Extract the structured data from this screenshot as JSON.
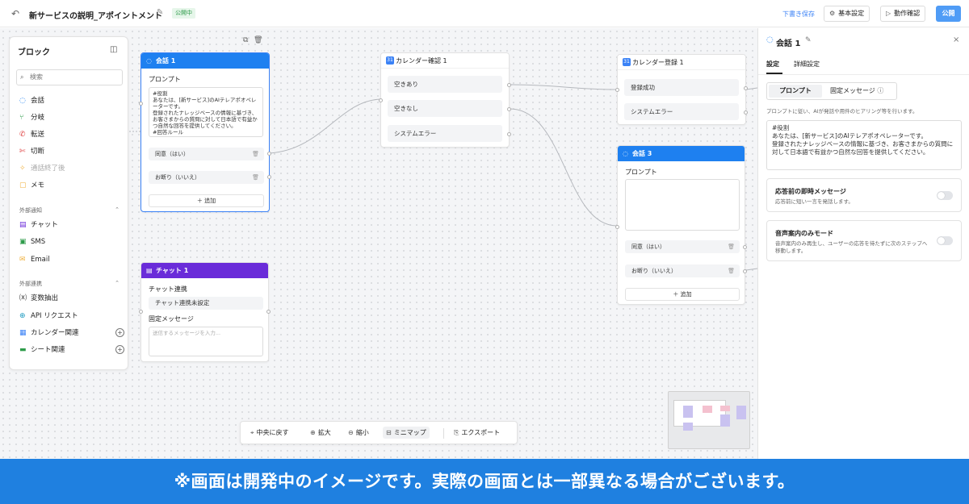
{
  "header": {
    "title": "新サービスの説明_アポイントメント",
    "status_badge": "公開中",
    "draft_save": "下書き保存",
    "basic_settings": "基本設定",
    "test_run": "動作確認",
    "publish": "公開"
  },
  "blocks": {
    "title": "ブロック",
    "search_placeholder": "検索",
    "items": [
      {
        "label": "会話",
        "icon": "chat-icon",
        "color": "#1e80f0"
      },
      {
        "label": "分岐",
        "icon": "branch-icon",
        "color": "#2e9b4a"
      },
      {
        "label": "転送",
        "icon": "transfer-icon",
        "color": "#e04848"
      },
      {
        "label": "切断",
        "icon": "hangup-icon",
        "color": "#e04848"
      },
      {
        "label": "通話終了後",
        "icon": "after-call-icon",
        "color": "#f0b240"
      },
      {
        "label": "メモ",
        "icon": "memo-icon",
        "color": "#f0b240"
      }
    ],
    "section_notify": "外部通知",
    "notify_items": [
      {
        "label": "チャット",
        "icon": "chat-bubble-icon",
        "color": "#6a2bd9"
      },
      {
        "label": "SMS",
        "icon": "sms-icon",
        "color": "#2e9b4a"
      },
      {
        "label": "Email",
        "icon": "email-icon",
        "color": "#f0b240"
      }
    ],
    "section_integration": "外部連携",
    "integration_items": [
      {
        "label": "変数抽出",
        "icon": "variable-icon",
        "color": "#333333"
      },
      {
        "label": "API リクエスト",
        "icon": "api-icon",
        "color": "#1e9bc0"
      },
      {
        "label": "カレンダー関連",
        "icon": "calendar-icon",
        "color": "#3b82f6"
      },
      {
        "label": "シート関連",
        "icon": "sheet-icon",
        "color": "#2e9b4a"
      }
    ]
  },
  "nodes": {
    "talk1": {
      "title": "会話 1",
      "prompt_label": "プロンプト",
      "prompt_text": "#役割\nあなたは、[新サービス]のAIテレアポオペレーターです。\n登録されたナレッジベースの情報に基づき、お客さまからの質問に対して日本語で有益かつ自然な回答を提供してください。\n#回答ルール",
      "options": [
        "同意（はい）",
        "お断り（いいえ）"
      ],
      "add": "追加"
    },
    "chat1": {
      "title": "チャット 1",
      "link_label": "チャット連携",
      "link_value": "チャット連携未設定",
      "fixed_label": "固定メッセージ",
      "fixed_placeholder": "送信するメッセージを入力..."
    },
    "cal_check1": {
      "title": "カレンダー確認 1",
      "rows": [
        "空きあり",
        "空きなし",
        "システムエラー"
      ]
    },
    "cal_reg1": {
      "title": "カレンダー登録 1",
      "rows": [
        "登録成功",
        "システムエラー"
      ]
    },
    "talk3": {
      "title": "会話 3",
      "prompt_label": "プロンプト",
      "options": [
        "同意（はい）",
        "お断り（いいえ）"
      ],
      "add": "追加"
    }
  },
  "toolbar": {
    "center": "中央に戻す",
    "zoom_in": "拡大",
    "zoom_out": "縮小",
    "minimap": "ミニマップ",
    "export": "エクスポート"
  },
  "panel": {
    "title": "会話 1",
    "tab_settings": "設定",
    "tab_advanced": "詳細設定",
    "seg_prompt": "プロンプト",
    "seg_fixed": "固定メッセージ",
    "help": "プロンプトに従い、AIが発話や用件のヒアリング等を行います。",
    "prompt_text": "#役割\nあなたは、[新サービス]のAIテレアポオペレーターです。\n登録されたナレッジベースの情報に基づき、お客さまからの質問に対して日本語で有益かつ自然な回答を提供してください。",
    "instant_title": "応答前の即時メッセージ",
    "instant_desc": "応答前に短い一言を発話します。",
    "voice_title": "音声案内のみモード",
    "voice_desc": "音声案内のみ再生し、ユーザーの応答を待たずに次のステップへ移動します。"
  },
  "banner": "※画面は開発中のイメージです。実際の画面とは一部異なる場合がございます。"
}
